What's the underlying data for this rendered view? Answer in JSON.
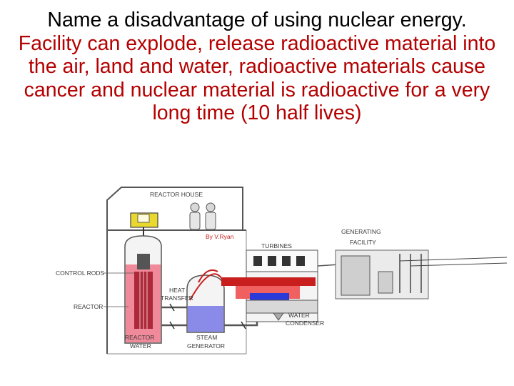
{
  "slide": {
    "question": "Name a disadvantage of using nuclear energy.",
    "answer": "Facility can explode, release radioactive material into the air, land and water, radioactive materials cause cancer and nuclear material is radioactive for a very long time (10 half lives)"
  },
  "diagram": {
    "labels": {
      "reactor_house": "REACTOR HOUSE",
      "credit": "By V.Ryan",
      "turbines": "TURBINES",
      "generating_1": "GENERATING",
      "generating_2": "FACILITY",
      "control_rods": "CONTROL RODS",
      "heat_1": "HEAT",
      "heat_2": "TRANSFER",
      "reactor": "REACTOR",
      "water_1": "WATER",
      "water_2": "CONDENSER",
      "reactor_water_1": "REACTOR",
      "reactor_water_2": "WATER",
      "steam_1": "STEAM",
      "steam_2": "GENERATOR"
    },
    "colors": {
      "reactor_water": "#f08a9a",
      "reactor_rods": "#a01828",
      "steam_generator_water": "#8a8ae8",
      "steam_flow": "#e82020",
      "credit_text": "#c81e1e",
      "crane_yellow": "#e8d830"
    }
  }
}
